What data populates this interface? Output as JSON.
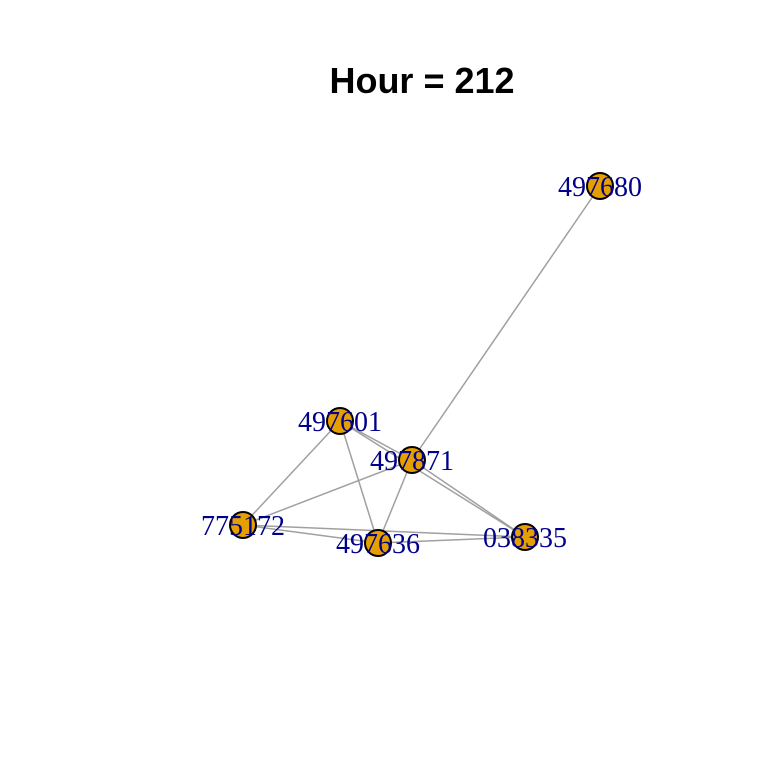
{
  "title": "Hour = 212",
  "colors": {
    "node_fill": "#e69f00",
    "node_stroke": "#000000",
    "edge": "#a0a0a0",
    "label": "#00008b",
    "title": "#000000",
    "background": "#ffffff"
  },
  "nodes": [
    {
      "id": "497680",
      "label": "497680"
    },
    {
      "id": "497601",
      "label": "497601"
    },
    {
      "id": "497871",
      "label": "497871"
    },
    {
      "id": "775172",
      "label": "775172"
    },
    {
      "id": "497636",
      "label": "497636"
    },
    {
      "id": "038335",
      "label": "038335"
    }
  ],
  "edges": [
    {
      "source": "497680",
      "target": "497871"
    },
    {
      "source": "497601",
      "target": "497871"
    },
    {
      "source": "497601",
      "target": "775172"
    },
    {
      "source": "497601",
      "target": "497636"
    },
    {
      "source": "497601",
      "target": "038335"
    },
    {
      "source": "497871",
      "target": "775172"
    },
    {
      "source": "497871",
      "target": "497636"
    },
    {
      "source": "497871",
      "target": "038335"
    },
    {
      "source": "775172",
      "target": "497636"
    },
    {
      "source": "775172",
      "target": "038335"
    },
    {
      "source": "497636",
      "target": "038335"
    }
  ]
}
